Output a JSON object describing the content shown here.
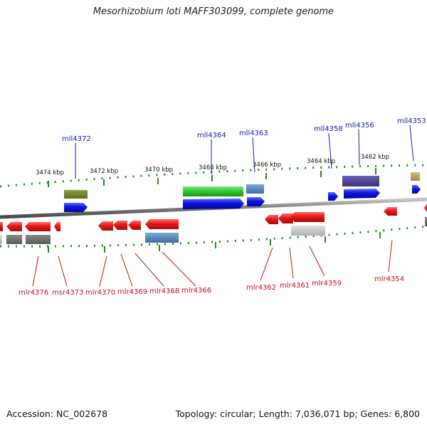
{
  "title": "Mesorhizobium loti MAFF303099, complete genome",
  "footer": {
    "accession": "Accession: NC_002678",
    "summary": "Topology: circular; Length: 7,036,071 bp; Genes: 6,800"
  },
  "scale_ticks": [
    "3474 kbp",
    "3472 kbp",
    "3470 kbp",
    "3468 kbp",
    "3466 kbp",
    "3464 kbp",
    "3462 kbp"
  ],
  "top_labels": [
    "mll4372",
    "mll4364",
    "mll4363",
    "mll4358",
    "mll4356",
    "mll4353"
  ],
  "bottom_labels": [
    "mlr4376",
    "msr4373",
    "mlr4370",
    "mlr4369",
    "mlr4368",
    "mlr4366",
    "mlr4362",
    "mlr4361",
    "mlr4359",
    "mlr4354"
  ],
  "colors": {
    "forward_gene": "#0b12e0",
    "reverse_gene": "#e81818",
    "label_blue": "#1a1aa8",
    "label_red": "#c41010",
    "backbone": "#8a8a8a",
    "tick_green": "#228b22"
  }
}
